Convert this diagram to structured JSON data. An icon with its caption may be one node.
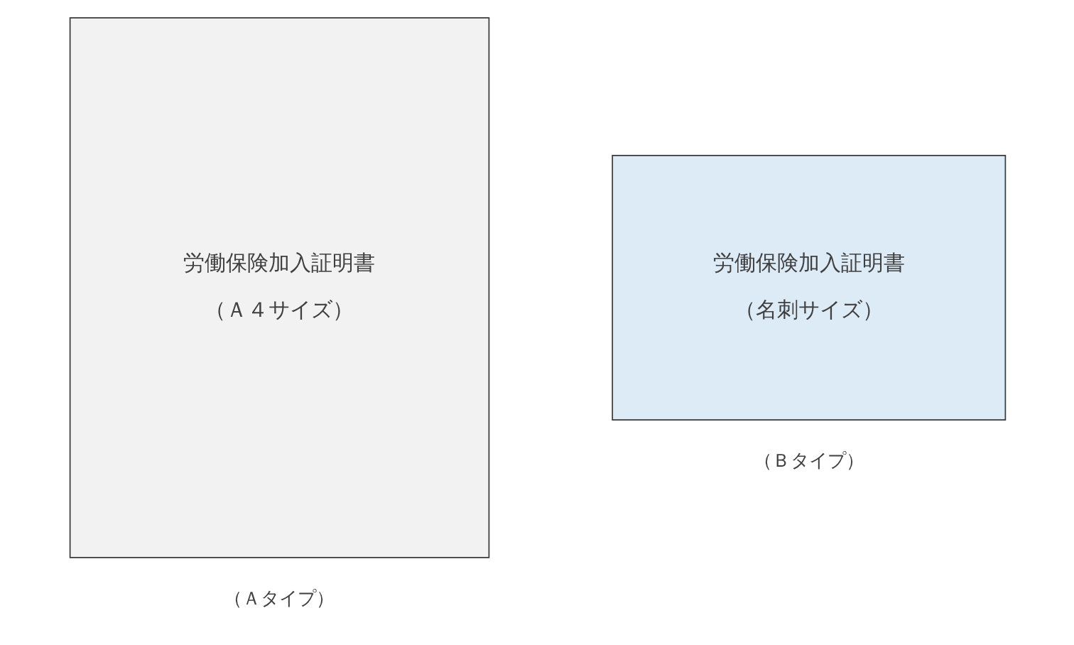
{
  "diagram": {
    "nodes": [
      {
        "text": [
          "労働保険加入証明書",
          "（Ａ４サイズ）"
        ],
        "beside": [
          "（Ａタイプ）"
        ]
      },
      {
        "text": [
          "労働保険加入証明書",
          "（名刺サイズ）"
        ],
        "beside": [
          "（Ｂタイプ）"
        ]
      }
    ]
  }
}
